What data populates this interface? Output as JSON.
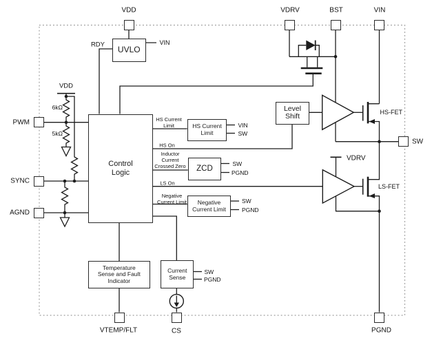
{
  "diagram": {
    "pins": {
      "vdd": "VDD",
      "vdrv": "VDRV",
      "bst": "BST",
      "vin": "VIN",
      "pwm": "PWM",
      "sync": "SYNC",
      "agnd": "AGND",
      "sw": "SW",
      "vtemp_flt": "VTEMP/FLT",
      "cs": "CS",
      "pgnd": "PGND"
    },
    "blocks": {
      "uvlo": {
        "label": "UVLO"
      },
      "control_logic": {
        "lines": [
          "Control",
          "Logic"
        ]
      },
      "hs_current_limit": {
        "lines": [
          "HS Current",
          "Limit"
        ]
      },
      "level_shift": {
        "lines": [
          "Level",
          "Shift"
        ]
      },
      "zcd": {
        "label": "ZCD"
      },
      "negative_current_limit": {
        "lines": [
          "Negative",
          "Current Limit"
        ]
      },
      "temp_sense": {
        "lines": [
          "Temperature",
          "Sense and Fault",
          "Indicator"
        ]
      },
      "current_sense": {
        "lines": [
          "Current",
          "Sense"
        ]
      }
    },
    "signals": {
      "rdy": "RDY",
      "uvlo_vin": "VIN",
      "hs_current_limit": {
        "lines": [
          "HS Current",
          "Limit"
        ]
      },
      "hs_on": "HS On",
      "inductor_current_crossed_zero": {
        "lines": [
          "Inductor",
          "Current",
          "Crossed Zero"
        ]
      },
      "ls_on": "LS On",
      "negative_current_limit": {
        "lines": [
          "Negative",
          "Current Limit"
        ]
      }
    },
    "refs": {
      "hs_cl_vin": "VIN",
      "hs_cl_sw": "SW",
      "zcd_sw": "SW",
      "zcd_pgnd": "PGND",
      "ncl_sw": "SW",
      "ncl_pgnd": "PGND",
      "cs_sw": "SW",
      "cs_pgnd": "PGND",
      "vdd_rail": "VDD",
      "vdrv_rail": "VDRV",
      "hs_fet": "HS-FET",
      "ls_fet": "LS-FET",
      "r_pullup": "6kΩ",
      "r_pulldown": "5kΩ"
    },
    "colors": {
      "line": "#1c1c1c",
      "border_dotted": "#999999",
      "background": "#ffffff"
    }
  }
}
